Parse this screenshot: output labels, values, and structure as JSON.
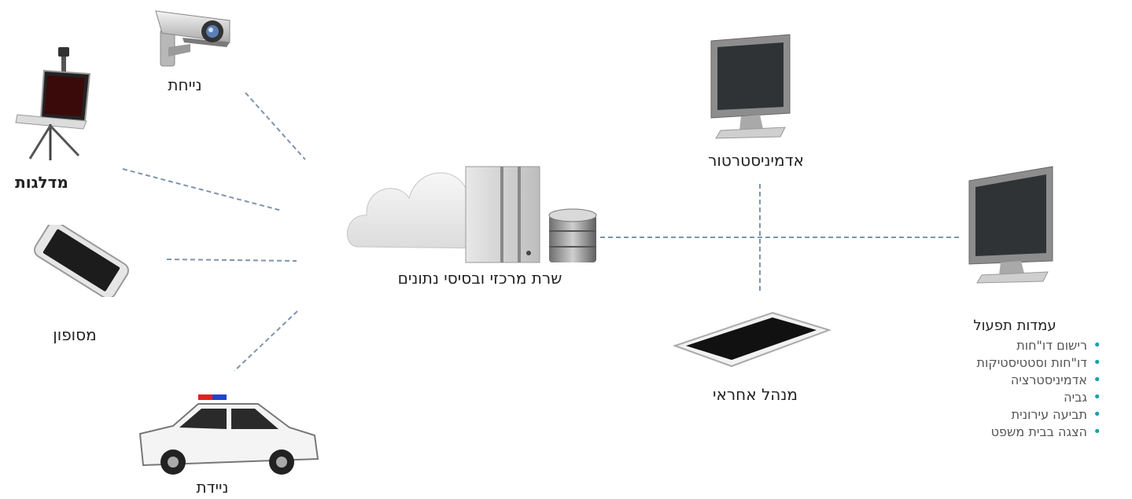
{
  "nodes": {
    "camera": {
      "label": "נייחת",
      "icon": "security-camera-icon"
    },
    "tripod": {
      "label": "מדלגות",
      "icon": "laptop-tripod-icon"
    },
    "phone": {
      "label": "מסופון",
      "icon": "smartphone-icon"
    },
    "car": {
      "label": "ניידת",
      "icon": "police-car-icon"
    },
    "server": {
      "label": "שרת מרכזי ובסיסי נתונים",
      "icon": "cloud-server-database-icon"
    },
    "admin": {
      "label": "אדמיניסטרטור",
      "icon": "monitor-icon"
    },
    "manager": {
      "label": "מנהל אחראי",
      "icon": "tablet-icon"
    },
    "workstation": {
      "label": "עמדות תפעול",
      "icon": "monitor-icon",
      "items": [
        "רישום דו\"חות",
        "דו\"חות וסטטיסטיקות",
        "אדמיניסטרציה",
        "גביה",
        "תביעה עירונית",
        "הצגה בבית משפט"
      ]
    }
  },
  "colors": {
    "connector": "#7f94ad",
    "bullet": "#1aa1a9"
  }
}
